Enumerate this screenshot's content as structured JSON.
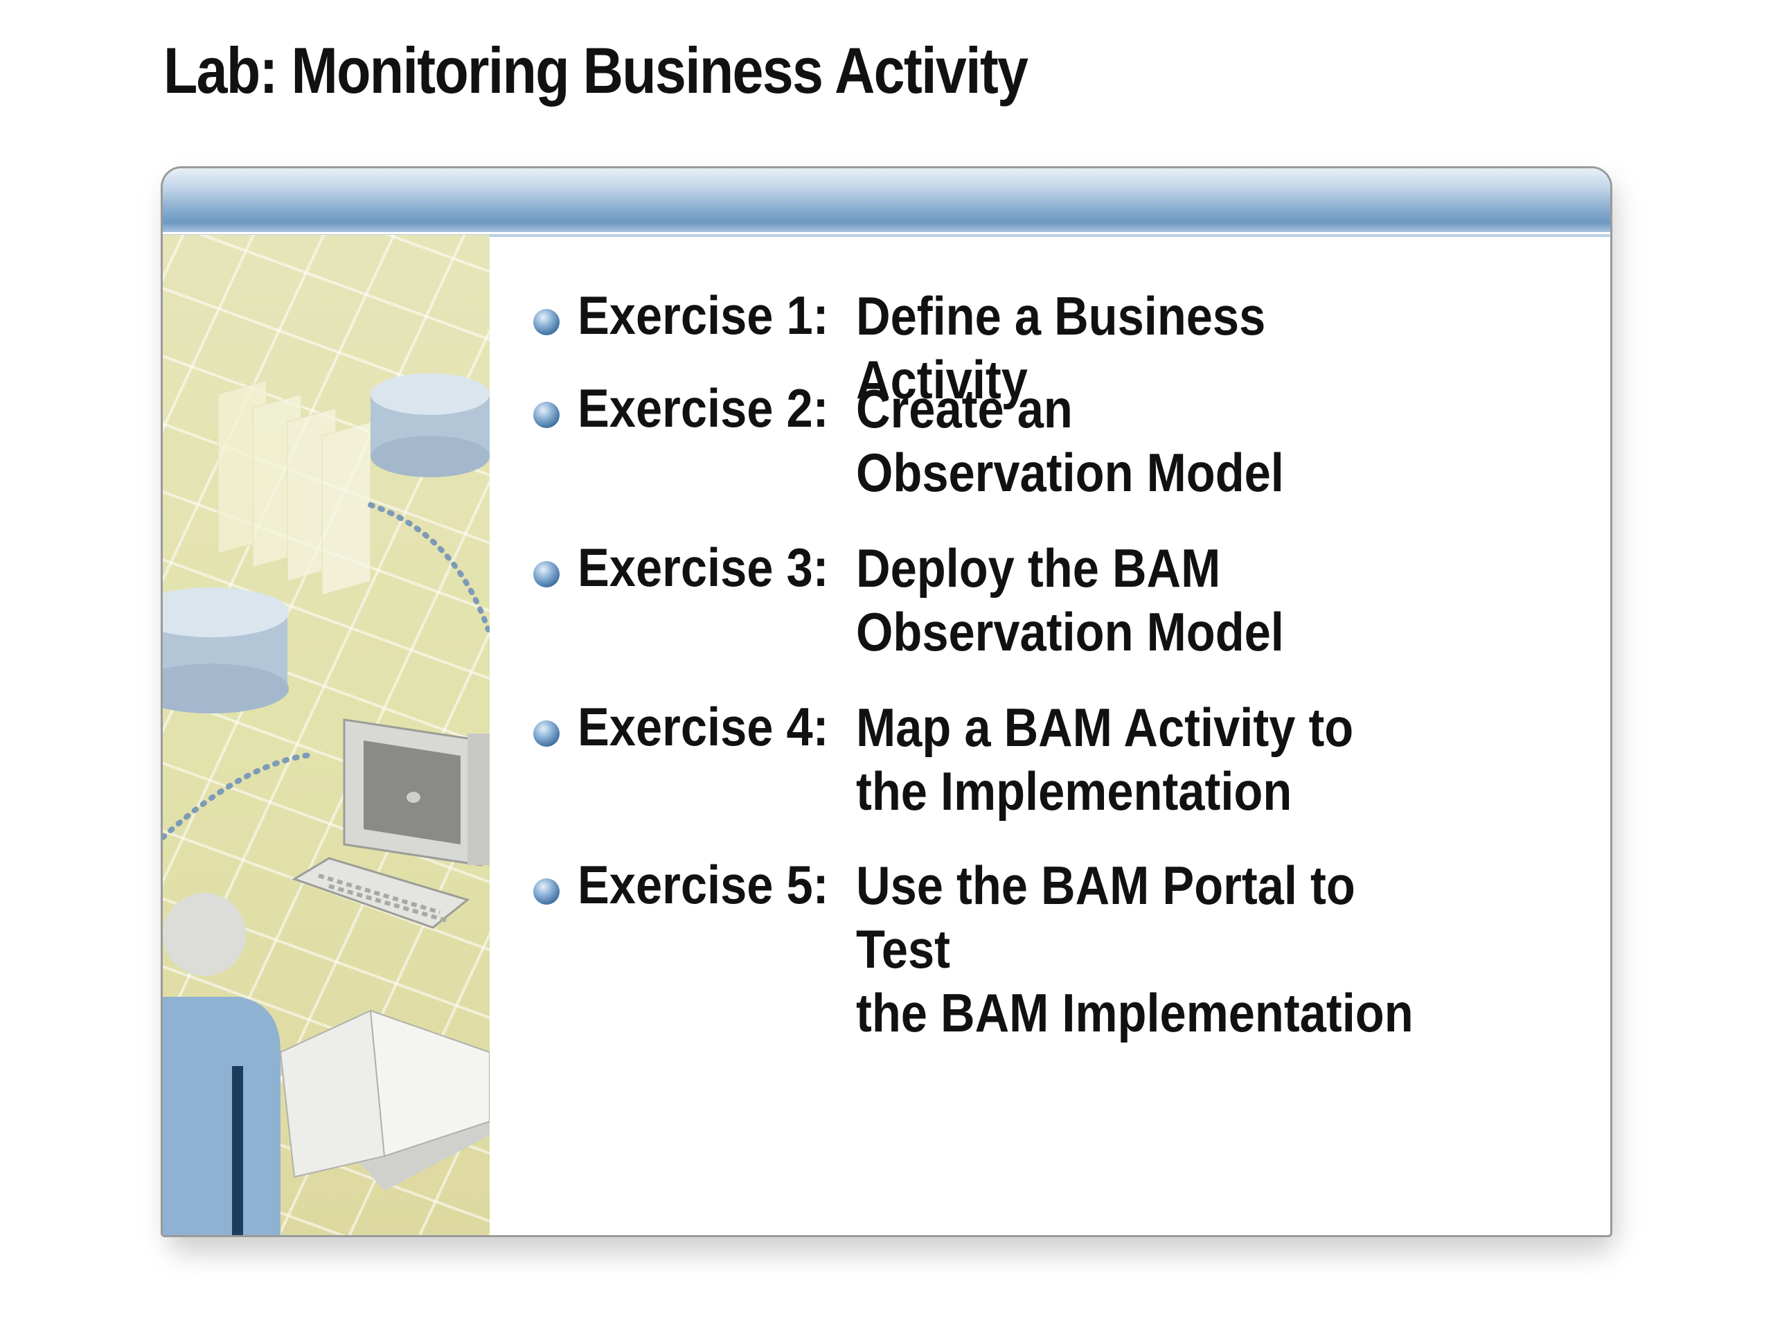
{
  "title": "Lab: Monitoring Business Activity",
  "exercises": [
    {
      "label": "Exercise 1:",
      "description": "Define a Business Activity"
    },
    {
      "label": "Exercise 2:",
      "description": "Create an\nObservation Model"
    },
    {
      "label": "Exercise 3:",
      "description": "Deploy the BAM\nObservation Model"
    },
    {
      "label": "Exercise 4:",
      "description": "Map a BAM Activity to\nthe Implementation"
    },
    {
      "label": "Exercise 5:",
      "description": "Use the BAM Portal to Test\nthe BAM Implementation"
    }
  ],
  "colors": {
    "header_bar": "#8fb2d2",
    "art_background": "#e2e2ac",
    "bullet": "#3e6e9f"
  },
  "icons": [
    "database-icon",
    "document-stack-icon",
    "computer-icon",
    "keyboard-icon",
    "book-icon",
    "person-icon"
  ]
}
